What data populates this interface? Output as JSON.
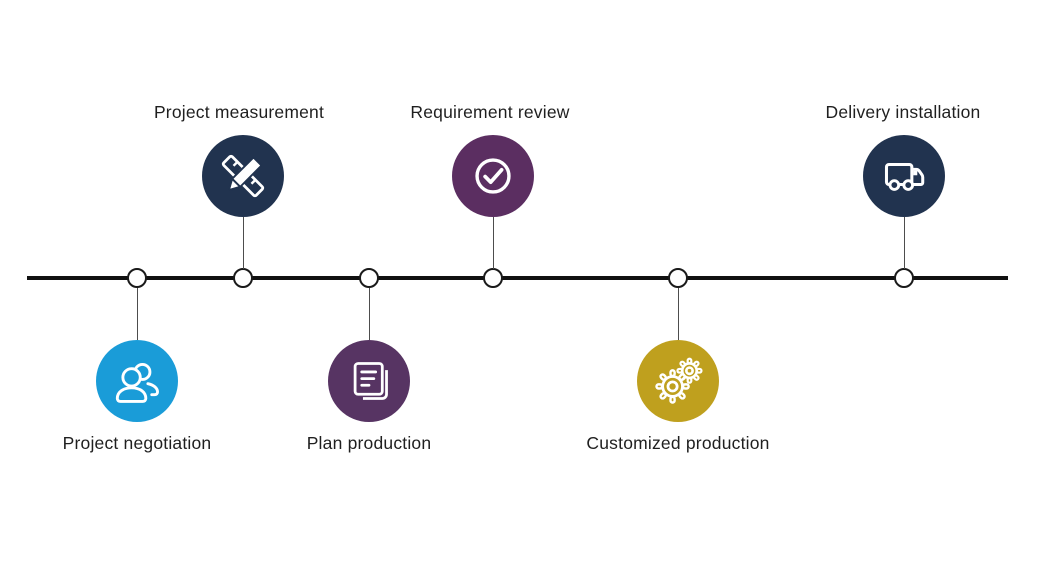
{
  "steps": [
    {
      "label": "Project negotiation",
      "icon": "users-icon",
      "color": "#1a9cd8",
      "side": "below"
    },
    {
      "label": "Project measurement",
      "icon": "ruler-pencil-icon",
      "color": "#21334f",
      "side": "above"
    },
    {
      "label": "Plan production",
      "icon": "document-icon",
      "color": "#573463",
      "side": "below"
    },
    {
      "label": "Requirement review",
      "icon": "check-circle-icon",
      "color": "#5b2e61",
      "side": "above"
    },
    {
      "label": "Customized production",
      "icon": "gears-icon",
      "color": "#bfa01e",
      "side": "below"
    },
    {
      "label": "Delivery installation",
      "icon": "truck-icon",
      "color": "#21334f",
      "side": "above"
    }
  ],
  "timeline": {
    "line_color": "#111111",
    "node_fill": "#ffffff",
    "node_border_color": "#1a1a1a",
    "connector_color": "#4d4d4d"
  },
  "canvas": {
    "background": "#ffffff",
    "label_color": "#1f1f1f",
    "icon_stroke": "#ffffff"
  }
}
